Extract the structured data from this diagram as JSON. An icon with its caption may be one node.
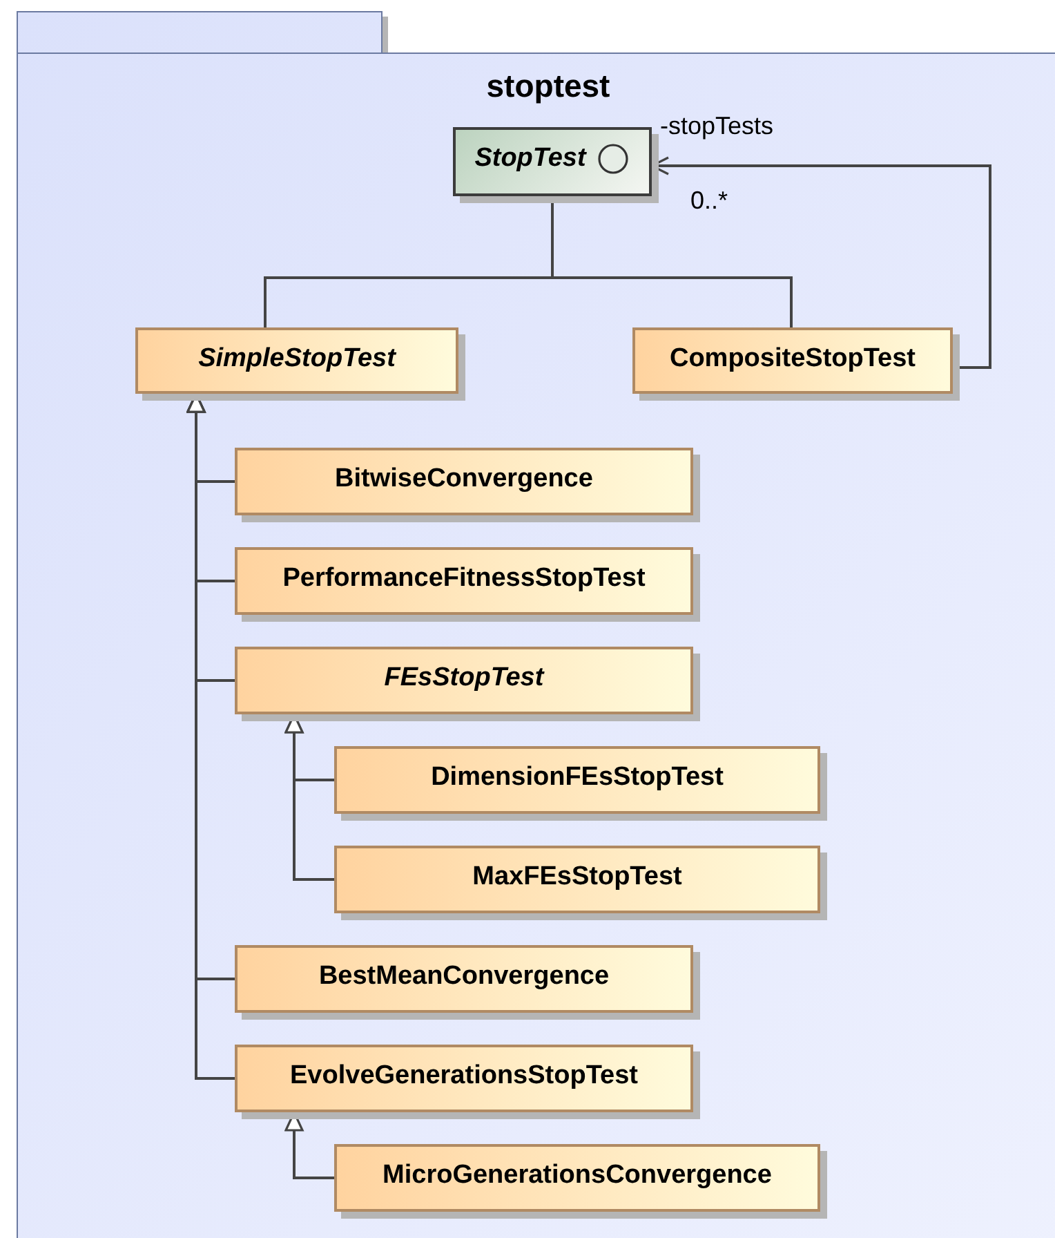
{
  "diagram": {
    "nodes": [
      {
        "text": [
          "stoptest"
        ]
      },
      {
        "text": [
          "*StopTest*"
        ],
        "in": 0
      },
      {
        "text": [
          "*SimpleStopTest*"
        ],
        "in": 0
      },
      {
        "text": [
          "CompositeStopTest"
        ],
        "in": 0
      },
      {
        "text": [
          "BitwiseConvergence"
        ],
        "in": 0
      },
      {
        "text": [
          "PerformanceFitnessStopTest"
        ],
        "in": 0
      },
      {
        "text": [
          "*FEsStopTest*"
        ],
        "in": 0
      },
      {
        "text": [
          "DimensionFEsStopTest"
        ],
        "in": 0
      },
      {
        "text": [
          "MaxFEsStopTest"
        ],
        "in": 0
      },
      {
        "text": [
          "BestMeanConvergence"
        ],
        "in": 0
      },
      {
        "text": [
          "EvolveGenerationsStopTest"
        ],
        "in": 0
      },
      {
        "text": [
          "MicroGenerationsConvergence"
        ],
        "in": 0
      }
    ],
    "edges": [
      {
        "from": 2,
        "to": 1,
        "arrow": "none"
      },
      {
        "from": 3,
        "to": 1,
        "arrow": "none"
      },
      {
        "from": 3,
        "to": 1,
        "arrow": "to",
        "label": "-stopTests"
      },
      {
        "from": 4,
        "to": 2,
        "arrow": "to"
      },
      {
        "from": 5,
        "to": 2,
        "arrow": "to"
      },
      {
        "from": 6,
        "to": 2,
        "arrow": "to"
      },
      {
        "from": 9,
        "to": 2,
        "arrow": "to"
      },
      {
        "from": 10,
        "to": 2,
        "arrow": "to"
      },
      {
        "from": 7,
        "to": 6,
        "arrow": "to"
      },
      {
        "from": 8,
        "to": 6,
        "arrow": "to"
      },
      {
        "from": 11,
        "to": 10,
        "arrow": "to"
      }
    ],
    "labels": [
      "0..*"
    ]
  }
}
